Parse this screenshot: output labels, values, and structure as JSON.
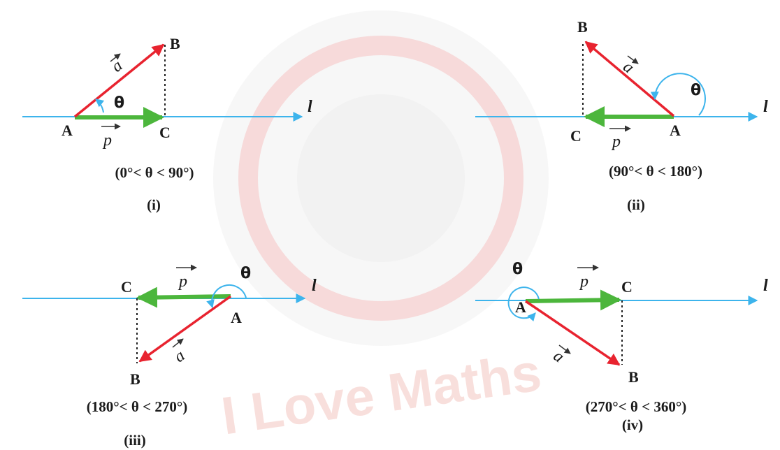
{
  "watermark": {
    "text": "I Love Maths",
    "colors": {
      "red": "#e8141a",
      "yellow": "#f2d35a",
      "gray": "#d9d9d9"
    }
  },
  "colors": {
    "line": "#3db4ec",
    "vector_a": "#e8232f",
    "projection_p": "#4cb63c",
    "dotted": "#222222"
  },
  "panels": [
    {
      "id": "i",
      "point_a": "A",
      "point_b": "B",
      "point_c": "C",
      "theta": "θ",
      "vector_a": "a",
      "vector_p": "p",
      "line_label": "l",
      "range": "(0°< θ < 90°)",
      "caption": "(i)"
    },
    {
      "id": "ii",
      "point_a": "A",
      "point_b": "B",
      "point_c": "C",
      "theta": "θ",
      "vector_a": "a",
      "vector_p": "p",
      "line_label": "l",
      "range": "(90°< θ < 180°)",
      "caption": "(ii)"
    },
    {
      "id": "iii",
      "point_a": "A",
      "point_b": "B",
      "point_c": "C",
      "theta": "θ",
      "vector_a": "a",
      "vector_p": "p",
      "line_label": "l",
      "range": "(180°< θ < 270°)",
      "caption": "(iii)"
    },
    {
      "id": "iv",
      "point_a": "A",
      "point_b": "B",
      "point_c": "C",
      "theta": "θ",
      "vector_a": "a",
      "vector_p": "p",
      "line_label": "l",
      "range": "(270°< θ < 360°)",
      "caption": "(iv)"
    }
  ]
}
